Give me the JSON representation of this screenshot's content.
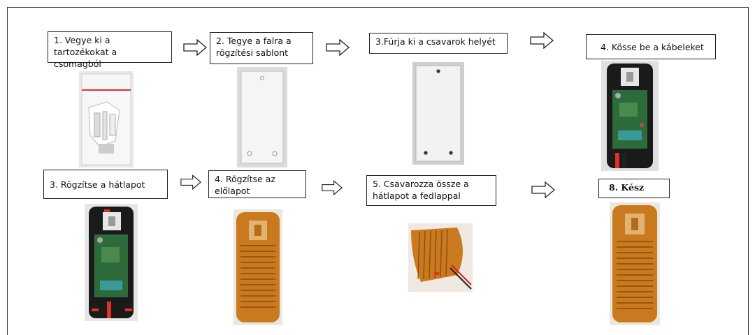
{
  "steps_row1": [
    {
      "label": "1. Vegye ki a tartozékokat a csomagból"
    },
    {
      "label": "2. Tegye a falra a rögzítési sablont"
    },
    {
      "label": "3.Fúrja ki a csavarok helyét"
    },
    {
      "label": "4. Kösse be a kábeleket"
    }
  ],
  "steps_row2": [
    {
      "label": "3. Rögzítse a hátlapot"
    },
    {
      "label": "4. Rögzítse az előlapot"
    },
    {
      "label": "5. Csavarozza össze a hátlapot a fedlappal"
    },
    {
      "label": "8. Kész"
    }
  ],
  "colors": {
    "board_green": "#2e6b3a",
    "case_dark": "#1a1a1a",
    "amber": "#c97a1f",
    "template_white": "#f3f3f3"
  },
  "icons": [
    "right-arrow-icon"
  ]
}
